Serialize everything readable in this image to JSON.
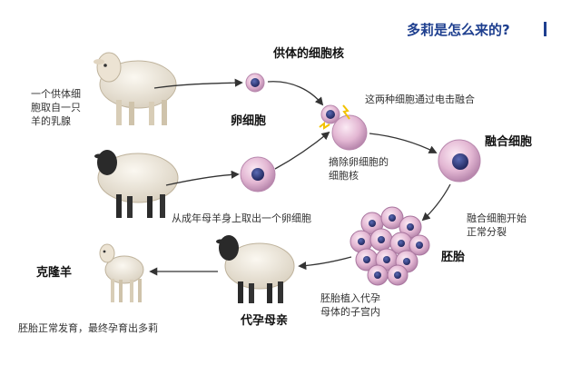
{
  "title": "多莉是怎么来的?",
  "labels": {
    "donor_sheep": [
      "一个供体细",
      "胞取自一只",
      "羊的乳腺"
    ],
    "donor_nucleus": "供体的细胞核",
    "egg_cell": "卵细胞",
    "fusion_note": "这两种细胞通过电击融合",
    "fused_cell": "融合细胞",
    "remove_nucleus": [
      "摘除卵细胞的",
      "细胞核"
    ],
    "egg_source": "从成年母羊身上取出一个卵细胞",
    "division": [
      "融合细胞开始",
      "正常分裂"
    ],
    "embryo": "胚胎",
    "implant": [
      "胚胎植入代孕",
      "母体的子宫内"
    ],
    "surrogate": "代孕母亲",
    "clone": "克隆羊",
    "outcome": "胚胎正常发育，最终孕育出多莉"
  },
  "colors": {
    "title": "#1e3f8f",
    "cell_membrane": "#d9a6c9",
    "nucleus": "#27306b",
    "arrow": "#333333",
    "white_wool": "#f1ece2",
    "black_face": "#2a2a2a"
  }
}
